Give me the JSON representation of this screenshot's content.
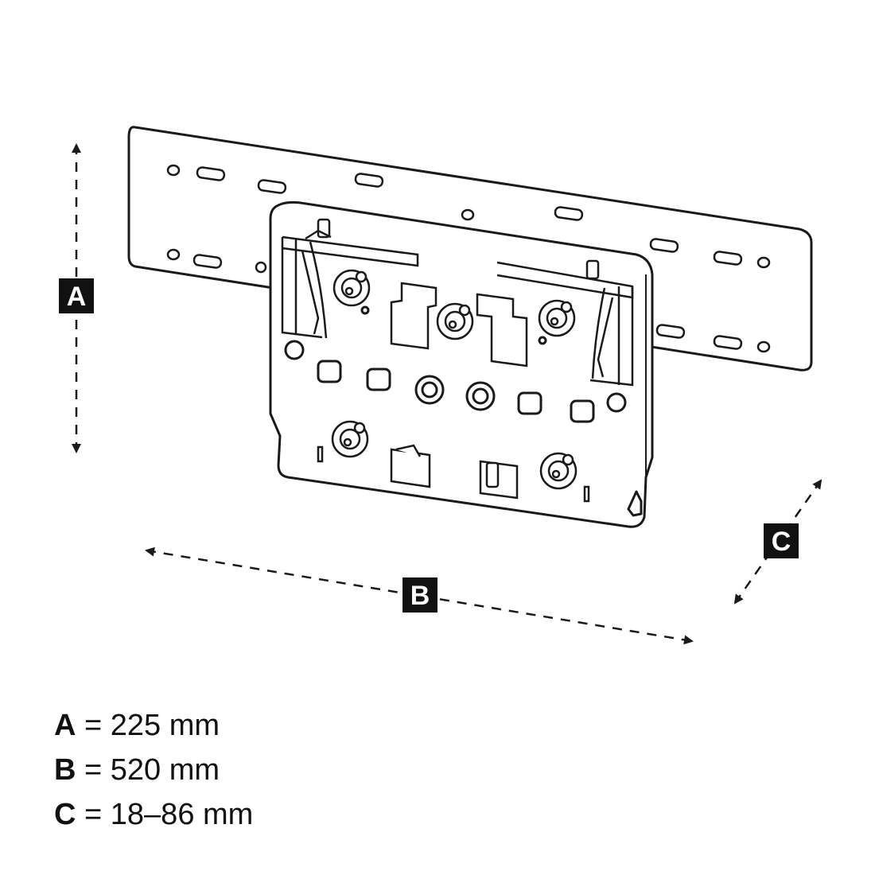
{
  "labels": {
    "a": "A",
    "b": "B",
    "c": "C"
  },
  "legend": [
    {
      "key": "A",
      "sep": "=",
      "value": "225 mm"
    },
    {
      "key": "B",
      "sep": "=",
      "value": "520 mm"
    },
    {
      "key": "C",
      "sep": "=",
      "value": "18–86 mm"
    }
  ],
  "colors": {
    "line": "#1a1a1a",
    "label_bg": "#111111",
    "label_text": "#ffffff",
    "background": "#ffffff"
  }
}
